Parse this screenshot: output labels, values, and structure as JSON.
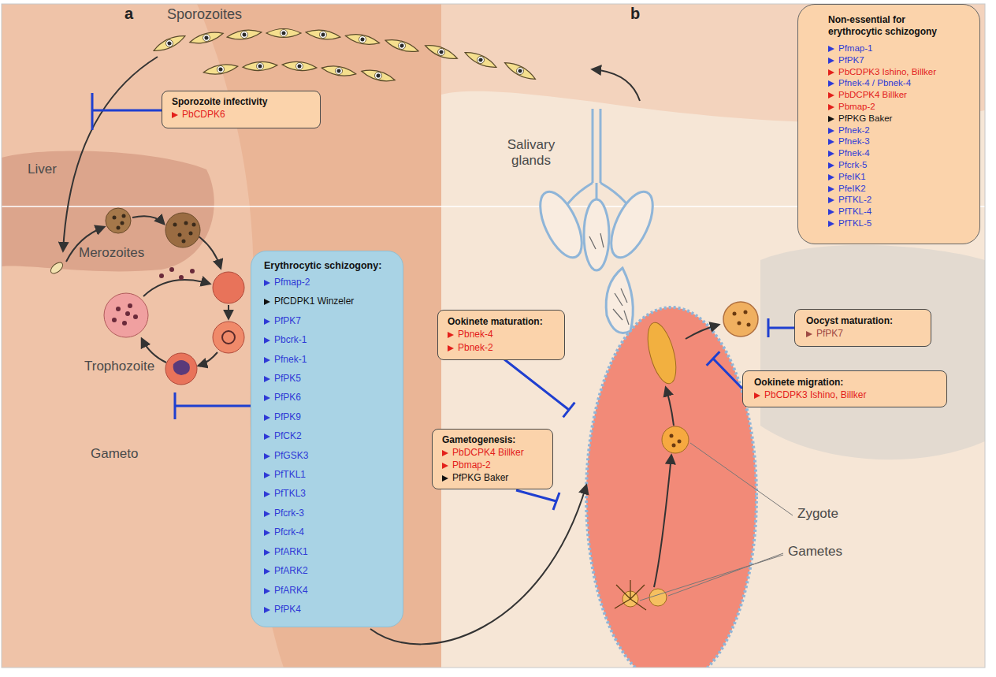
{
  "diagram": {
    "nodes": [
      {
        "text": [
          "Sporozoite infectivity",
          "PbCDPK6"
        ]
      },
      {
        "text": [
          "Non-essential for erythrocytic schizogony",
          "Pfmap-1",
          "PfPK7",
          "PbCDPK3 Ishino, Billker",
          "Pfnek-4 / Pbnek-4",
          "PbDCPK4 Billker",
          "Pbmap-2",
          "PfPKG Baker",
          "Pfnek-2",
          "Pfnek-3",
          "Pfnek-4",
          "Pfcrk-5",
          "PfeIK1",
          "PfeIK2",
          "PfTKL-2",
          "PfTKL-4",
          "PfTKL-5"
        ]
      },
      {
        "text": [
          "Erythrocytic schizogony:",
          "Pfmap-2",
          "PfCDPK1 Winzeler",
          "PfPK7",
          "Pbcrk-1",
          "Pfnek-1",
          "PfPK5",
          "PfPK6",
          "PfPK9",
          "PfCK2",
          "PfGSK3",
          "PfTKL1",
          "PfTKL3",
          "Pfcrk-3",
          "Pfcrk-4",
          "PfARK1",
          "PfARK2",
          "PfARK4",
          "PfPK4"
        ]
      },
      {
        "text": [
          "Ookinete maturation:",
          "Pbnek-4",
          "Pbnek-2"
        ]
      },
      {
        "text": [
          "Oocyst maturation:",
          "PfPK7"
        ]
      },
      {
        "text": [
          "Ookinete migration:",
          "PbCDPK3 Ishino, Billker"
        ]
      },
      {
        "text": [
          "Gametogenesis:",
          "PbDCPK4 Billker",
          "Pbmap-2",
          "PfPKG Baker"
        ]
      }
    ],
    "labels": [
      "a",
      "Sporozoites",
      "b",
      "Salivary glands",
      "Liver",
      "Merozoites",
      "Trophozoite",
      "Gameto",
      "Zygote",
      "Gametes"
    ]
  }
}
